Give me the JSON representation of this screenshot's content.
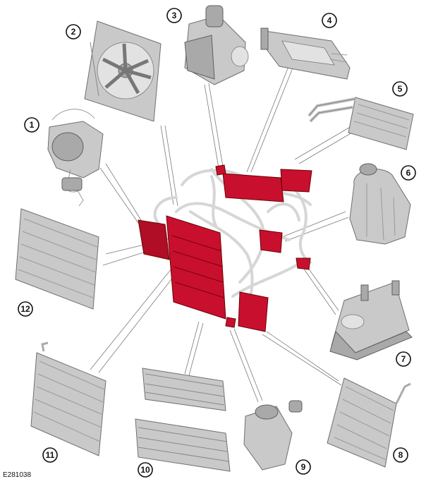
{
  "figure": {
    "reference_code": "E281038",
    "component_color": "#c8102e",
    "part_color": "#c9c9c9"
  },
  "callouts": [
    {
      "id": "1",
      "label": "1"
    },
    {
      "id": "2",
      "label": "2"
    },
    {
      "id": "3",
      "label": "3"
    },
    {
      "id": "4",
      "label": "4"
    },
    {
      "id": "5",
      "label": "5"
    },
    {
      "id": "6",
      "label": "6"
    },
    {
      "id": "7",
      "label": "7"
    },
    {
      "id": "8",
      "label": "8"
    },
    {
      "id": "9",
      "label": "9"
    },
    {
      "id": "10",
      "label": "10"
    },
    {
      "id": "11",
      "label": "11"
    },
    {
      "id": "12",
      "label": "12"
    }
  ]
}
